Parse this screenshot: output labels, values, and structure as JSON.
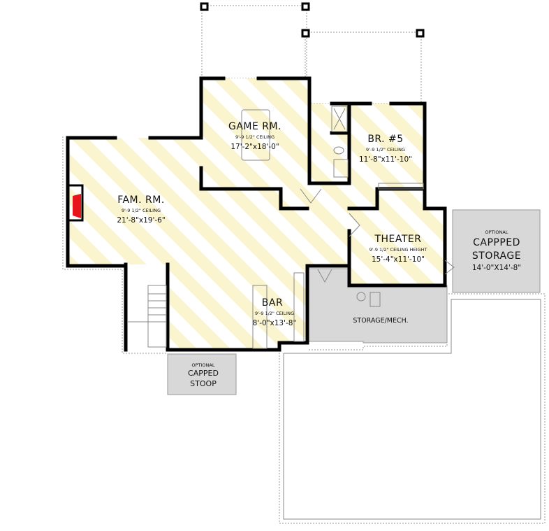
{
  "colors": {
    "living_fill": "#fbf5cf",
    "storage_fill": "#d8d8d8",
    "wall": "#000000",
    "fireplace": "#e8141b"
  },
  "rooms": {
    "game": {
      "name": "GAME RM.",
      "ceiling": "9'-9 1/2\" CEILING",
      "size": "17'-2\"x18'-0\""
    },
    "fam": {
      "name": "FAM. RM.",
      "ceiling": "9'-9 1/2\" CEILING",
      "size": "21'-8\"x19'-6\""
    },
    "br5": {
      "name": "BR. #5",
      "ceiling": "9'-9 1/2\" CEILING",
      "size": "11'-8\"x11'-10\""
    },
    "theater": {
      "name": "THEATER",
      "ceiling": "9'-9 1/2\" CEILING HEIGHT",
      "size": "15'-4\"x11'-10\""
    },
    "bar": {
      "name": "BAR",
      "ceiling": "9'-9 1/2\" CEILING",
      "size": "8'-0\"x13'-8\""
    },
    "storage_mech": {
      "name": "STORAGE/MECH."
    },
    "capped_storage": {
      "note": "OPTIONAL",
      "line1": "CAPPPED",
      "line2": "STORAGE",
      "size": "14'-0\"X14'-8\""
    },
    "capped_stoop": {
      "note": "OPTIONAL",
      "line1": "CAPPED",
      "line2": "STOOP"
    }
  }
}
